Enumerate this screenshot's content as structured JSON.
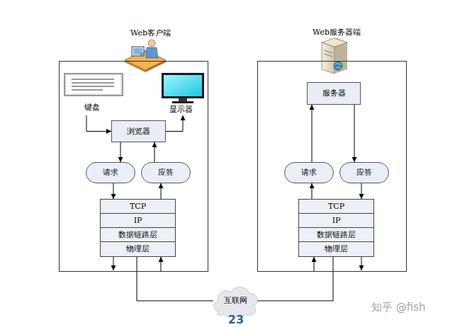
{
  "diagram": {
    "nodes": [
      {
        "text": [
          "Web客户端"
        ]
      },
      {
        "text": [
          "键盘"
        ],
        "in": 0
      },
      {
        "text": [
          "显示器"
        ],
        "in": 0
      },
      {
        "text": [
          "浏览器"
        ],
        "in": 0
      },
      {
        "text": [
          "请求"
        ],
        "in": 0
      },
      {
        "text": [
          "应答"
        ],
        "in": 0
      },
      {
        "text": [
          "TCP"
        ],
        "in": 0
      },
      {
        "text": [
          "IP"
        ],
        "in": 0
      },
      {
        "text": [
          "数据链路层"
        ],
        "in": 0
      },
      {
        "text": [
          "物理层"
        ],
        "in": 0
      },
      {
        "text": [
          "Web服务器端"
        ]
      },
      {
        "text": [
          "服务器"
        ],
        "in": 10
      },
      {
        "text": [
          "请求"
        ],
        "in": 10
      },
      {
        "text": [
          "应答"
        ],
        "in": 10
      },
      {
        "text": [
          "TCP"
        ],
        "in": 10
      },
      {
        "text": [
          "IP"
        ],
        "in": 10
      },
      {
        "text": [
          "数据链路层"
        ],
        "in": 10
      },
      {
        "text": [
          "物理层"
        ],
        "in": 10
      },
      {
        "text": [
          "互联网"
        ]
      }
    ],
    "edges": [
      {
        "from": 1,
        "to": 3,
        "arrow": "to"
      },
      {
        "from": 3,
        "to": 2,
        "arrow": "to"
      },
      {
        "from": 3,
        "to": 4,
        "arrow": "to"
      },
      {
        "from": 4,
        "to": 6,
        "arrow": "to"
      },
      {
        "from": 6,
        "to": 5,
        "arrow": "to"
      },
      {
        "from": 5,
        "to": 3,
        "arrow": "to"
      },
      {
        "from": 9,
        "to": 18,
        "arrow": "none"
      },
      {
        "from": 12,
        "to": 11,
        "arrow": "to"
      },
      {
        "from": 11,
        "to": 13,
        "arrow": "to"
      },
      {
        "from": 14,
        "to": 12,
        "arrow": "to"
      },
      {
        "from": 13,
        "to": 14,
        "arrow": "to"
      },
      {
        "from": 17,
        "to": 18,
        "arrow": "none"
      }
    ],
    "labels": [
      "23",
      "知乎 @fish"
    ]
  }
}
